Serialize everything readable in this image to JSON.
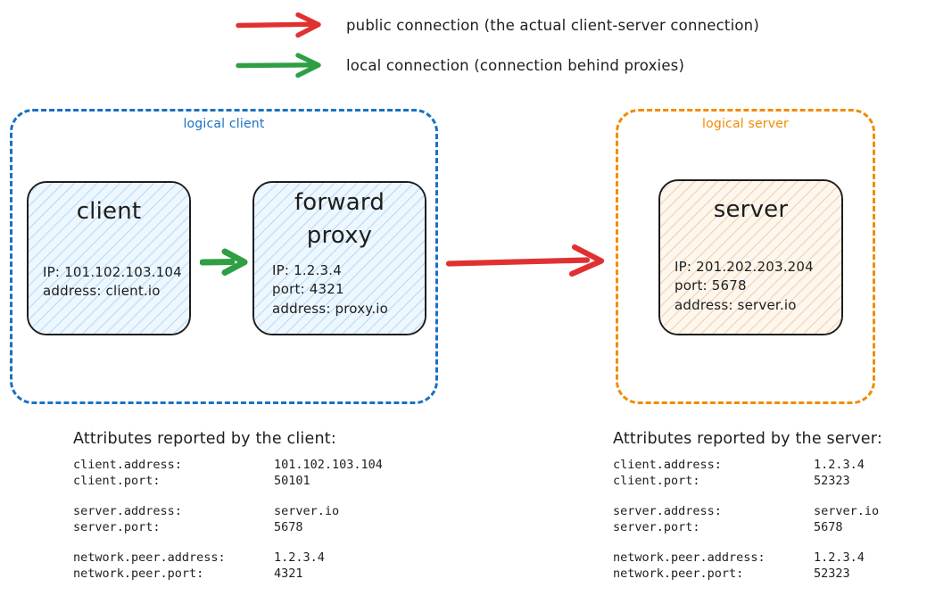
{
  "legend": [
    {
      "arrow_color": "#e03131",
      "icon": "red-arrow-icon",
      "label": "public connection (the actual client-server connection)"
    },
    {
      "arrow_color": "#2f9e44",
      "icon": "green-arrow-icon",
      "label": "local connection (connection behind proxies)"
    }
  ],
  "containers": {
    "client": {
      "label": "logical client",
      "color": "#1971c2"
    },
    "server": {
      "label": "logical server",
      "color": "#f08c00"
    }
  },
  "nodes": {
    "client": {
      "title": "client",
      "details": [
        "IP: 101.102.103.104",
        "address: client.io"
      ],
      "fill": "#e7f5ff",
      "hatch": "#a5d8ff"
    },
    "proxy": {
      "title": "forward proxy",
      "title_line1": "forward",
      "title_line2": "proxy",
      "details": [
        "IP: 1.2.3.4",
        "port: 4321",
        "address: proxy.io"
      ],
      "fill": "#e7f5ff",
      "hatch": "#a5d8ff"
    },
    "server": {
      "title": "server",
      "details": [
        "IP: 201.202.203.204",
        "port: 5678",
        "address: server.io"
      ],
      "fill": "#fdf6ec",
      "hatch": "#f0c894"
    }
  },
  "arrows": {
    "client_to_proxy": {
      "color": "#2f9e44",
      "name": "green-arrow-icon"
    },
    "proxy_to_server": {
      "color": "#e03131",
      "name": "red-arrow-icon"
    }
  },
  "attributes_client": {
    "heading": "Attributes reported by the client:",
    "groups": [
      [
        {
          "key": "client.address:",
          "value": "101.102.103.104"
        },
        {
          "key": "client.port:",
          "value": "50101"
        }
      ],
      [
        {
          "key": "server.address:",
          "value": "server.io"
        },
        {
          "key": "server.port:",
          "value": "5678"
        }
      ],
      [
        {
          "key": "network.peer.address:",
          "value": "1.2.3.4"
        },
        {
          "key": "network.peer.port:",
          "value": "4321"
        }
      ]
    ]
  },
  "attributes_server": {
    "heading": "Attributes reported by the server:",
    "groups": [
      [
        {
          "key": "client.address:",
          "value": "1.2.3.4"
        },
        {
          "key": "client.port:",
          "value": "52323"
        }
      ],
      [
        {
          "key": "server.address:",
          "value": "server.io"
        },
        {
          "key": "server.port:",
          "value": "5678"
        }
      ],
      [
        {
          "key": "network.peer.address:",
          "value": "1.2.3.4"
        },
        {
          "key": "network.peer.port:",
          "value": "52323"
        }
      ]
    ]
  }
}
